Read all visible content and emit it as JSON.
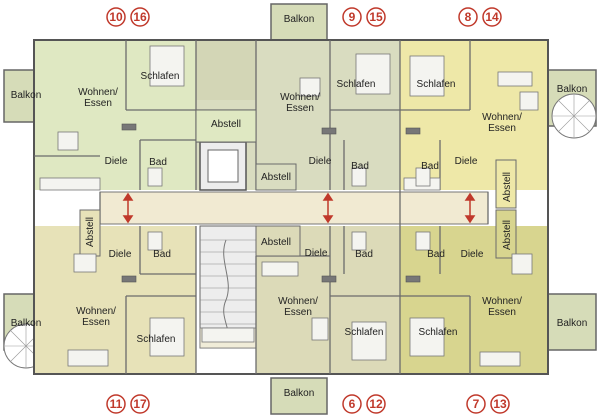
{
  "unit_numbers": {
    "top_left": [
      "10",
      "16"
    ],
    "top_center": [
      "9",
      "15"
    ],
    "top_right": [
      "8",
      "14"
    ],
    "bottom_left": [
      "11",
      "17"
    ],
    "bottom_center": [
      "6",
      "12"
    ],
    "bottom_right": [
      "7",
      "13"
    ]
  },
  "labels": {
    "balkon": "Balkon",
    "wohnen": "Wohnen/",
    "essen": "Essen",
    "schlafen": "Schlafen",
    "abstell": "Abstell",
    "diele": "Diele",
    "bad": "Bad"
  },
  "colors": {
    "apt_a": "#dfe8c2",
    "apt_b": "#d9dcc0",
    "apt_c": "#eee8a8",
    "apt_d": "#e7e2b8",
    "apt_e": "#dcdab8",
    "apt_f": "#d8d58f",
    "corridor": "#f1ead2",
    "core": "#ededed",
    "balcony": "#d6dcb8",
    "accent": "#c0392b"
  }
}
